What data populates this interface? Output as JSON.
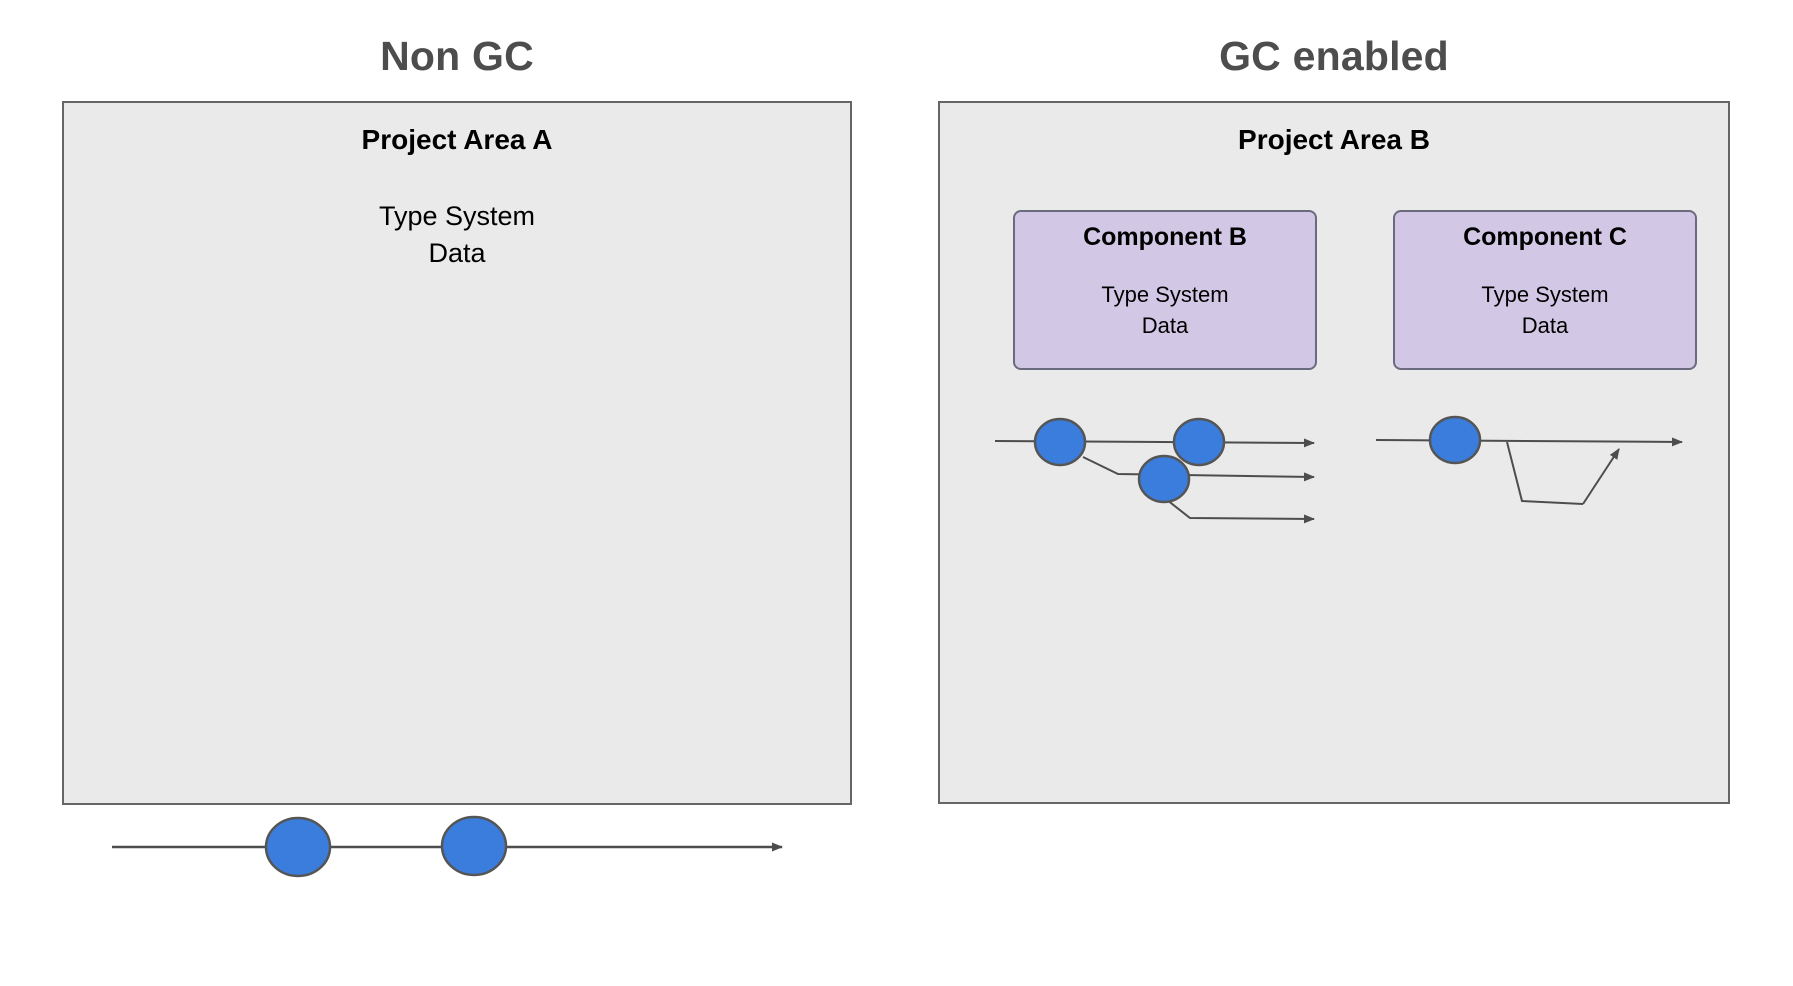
{
  "panels": [
    {
      "id": "non-gc",
      "title": "Non GC",
      "area": {
        "title": "Project Area A",
        "body": "Type System\nData"
      },
      "components": [],
      "graph": {
        "description": "linear-commit-timeline",
        "branches": 1,
        "commits": 2
      }
    },
    {
      "id": "gc-enabled",
      "title": "GC enabled",
      "area": {
        "title": "Project Area B",
        "body": ""
      },
      "components": [
        {
          "id": "component-b",
          "title": "Component B",
          "body": "Type System\nData",
          "graph": {
            "description": "branching-commit-timeline",
            "branches": 3,
            "commits": 3
          }
        },
        {
          "id": "component-c",
          "title": "Component C",
          "body": "Type System\nData",
          "graph": {
            "description": "branch-and-merge-commit-timeline",
            "branches": 2,
            "commits": 1
          }
        }
      ]
    }
  ],
  "colors": {
    "panel_title": "#4d4d4d",
    "area_fill": "#eaeaea",
    "area_stroke": "#666666",
    "component_fill": "#d2c8e5",
    "component_stroke": "#6b6b80",
    "commit_node": "#3b7ddd",
    "commit_node_stroke": "#555555",
    "edge": "#4d4d4d",
    "background": "#ffffff"
  }
}
